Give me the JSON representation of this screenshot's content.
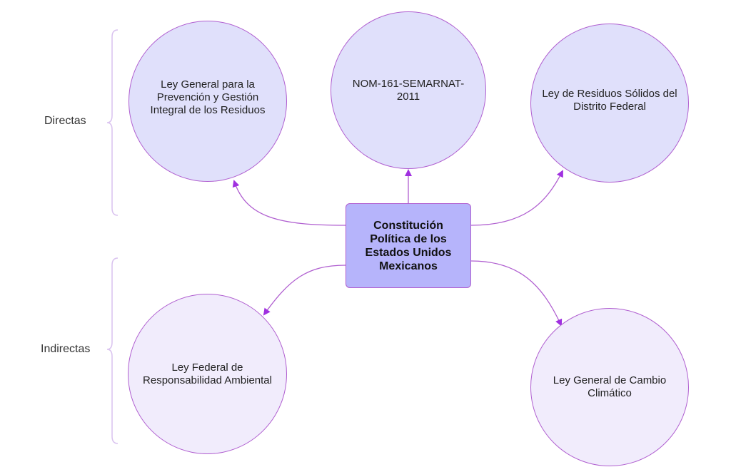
{
  "groups": {
    "direct": "Directas",
    "indirect": "Indirectas"
  },
  "center": "Constitución Política de los Estados Unidos Mexicanos",
  "nodes": {
    "lgpgir": "Ley General para la Prevención y Gestión Integral de los Residuos",
    "nom": "NOM-161-SEMARNAT-2011",
    "lrsdf": "Ley de Residuos Sólidos del Distrito Federal",
    "lfra": "Ley Federal de Responsabilidad Ambiental",
    "lgcc": "Ley General de Cambio Climático"
  },
  "colors": {
    "accent": "#b05fd0",
    "center_fill": "#b6b4fb",
    "top_fill": "#e0e0fb",
    "bottom_fill": "#f1ecfc"
  }
}
